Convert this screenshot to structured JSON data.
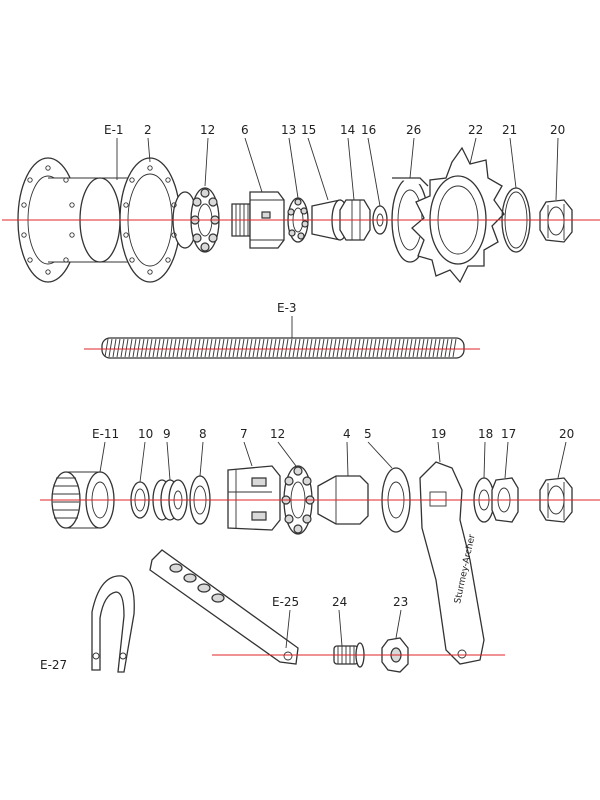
{
  "colors": {
    "axis_line": "#e0242a",
    "line_art": "#333333",
    "background": "#ffffff"
  },
  "labels": {
    "E1": "E-1",
    "p2": "2",
    "p12a": "12",
    "p6": "6",
    "p13": "13",
    "p15": "15",
    "p14": "14",
    "p16": "16",
    "p26": "26",
    "p22": "22",
    "p21": "21",
    "p20a": "20",
    "E3": "E-3",
    "E11": "E-11",
    "p10": "10",
    "p9": "9",
    "p8": "8",
    "p7": "7",
    "p12b": "12",
    "p4": "4",
    "p5": "5",
    "p19": "19",
    "p18": "18",
    "p17": "17",
    "p20b": "20",
    "E25": "E-25",
    "p24": "24",
    "p23": "23",
    "E27": "E-27"
  },
  "arm_text": "Sturmey-Archer"
}
